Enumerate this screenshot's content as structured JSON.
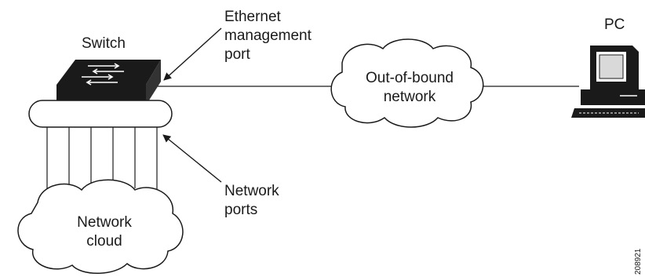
{
  "labels": {
    "switch": "Switch",
    "ethernet_port": [
      "Ethernet",
      "management",
      "port"
    ],
    "oob_network": [
      "Out-of-bound",
      "network"
    ],
    "pc": "PC",
    "network_ports": [
      "Network",
      "ports"
    ],
    "network_cloud": [
      "Network",
      "cloud"
    ],
    "figure_id": "208921"
  },
  "colors": {
    "line": "#1a1a1a",
    "device": "#1a1a1a",
    "screen": "#e6e6e6"
  }
}
